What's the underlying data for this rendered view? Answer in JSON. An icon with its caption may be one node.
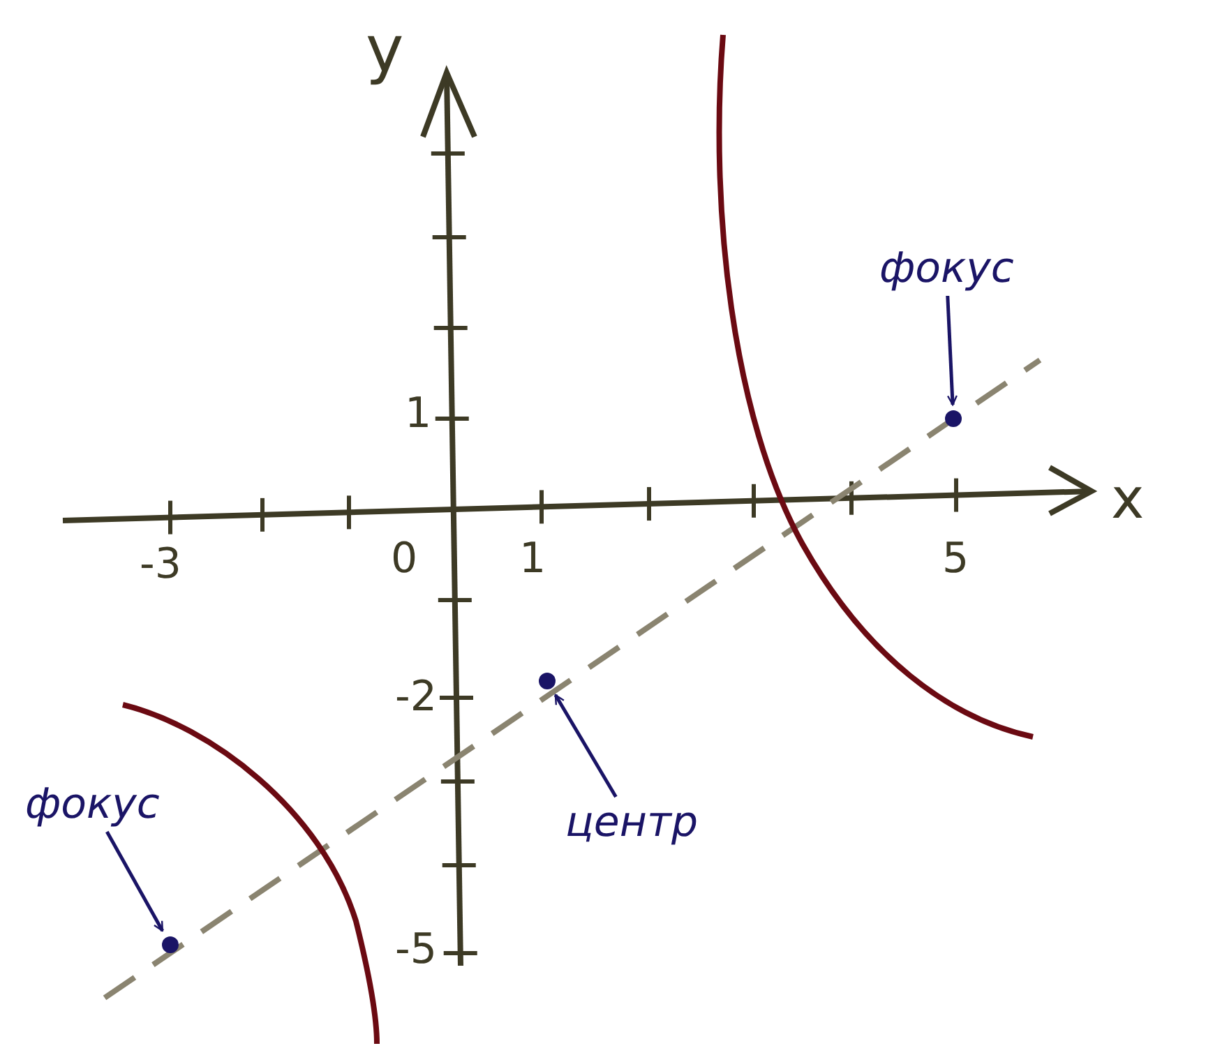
{
  "diagram": {
    "nodes": [
      {
        "text": [
          "фокус"
        ]
      },
      {
        "text": [],
        "shape": "circle"
      },
      {
        "text": [
          "фокус"
        ]
      },
      {
        "text": [],
        "shape": "circle"
      },
      {
        "text": [
          "центр"
        ]
      },
      {
        "text": [],
        "shape": "circle"
      }
    ],
    "edges": [
      {
        "from": 0,
        "to": 1,
        "arrow": "to"
      },
      {
        "from": 2,
        "to": 3,
        "arrow": "to"
      },
      {
        "from": 4,
        "to": 5,
        "arrow": "to"
      }
    ],
    "labels": [
      "y",
      "1",
      "x",
      "-3",
      "0",
      "1",
      "5",
      "-2",
      "-5"
    ]
  }
}
